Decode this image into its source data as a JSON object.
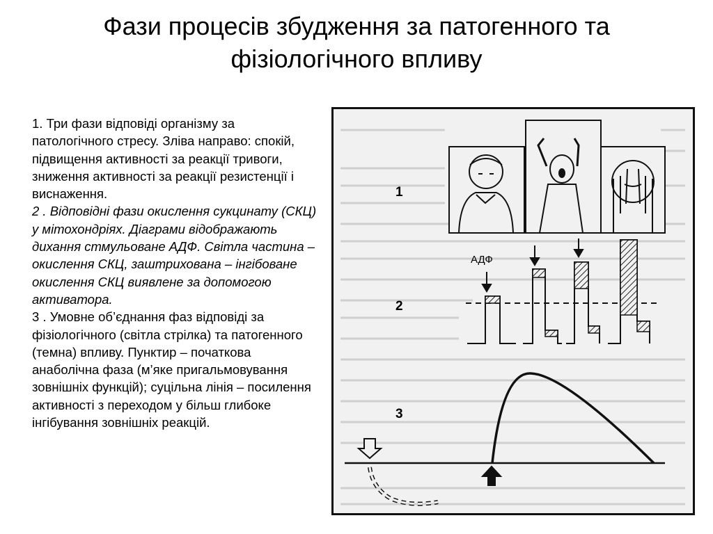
{
  "slide": {
    "title_line1": "Фази процесів збудження за патогенного та",
    "title_line2": "фізіологічного впливу",
    "para1": "1. Три фази відповіді організму за патологічного стресу. Зліва направо: спокій, підвищення активності за реакції тривоги, зниження активності за реакції резистенції і виснаження.",
    "para2": "2 . Відповідні фази окислення сукцинату (СКЦ) у мітохондріях. Діаграми відображають дихання стмульоване АДФ. Світла частина – окислення СКЦ, заштрихована – інгібоване окислення СКЦ виявлене за допомогою активатора.",
    "para3": "3 . Умовне об’єднання фаз відповіді за фізіологічного (світла стрілка) та патогенного (темна) впливу. Пунктир – початкова анаболічна фаза (м’яке пригальмовування зовнішніх функцій); суцільна лінія – посилення активності з переходом у більш глибоке інгібування зовнішніх реакцій."
  },
  "figure": {
    "label_1": "1",
    "label_2": "2",
    "label_3": "3",
    "adp_label": "АДФ",
    "icons": [
      "calm-person-icon",
      "alarmed-person-icon",
      "exhausted-person-icon",
      "light-arrow-icon",
      "dark-arrow-icon"
    ]
  }
}
